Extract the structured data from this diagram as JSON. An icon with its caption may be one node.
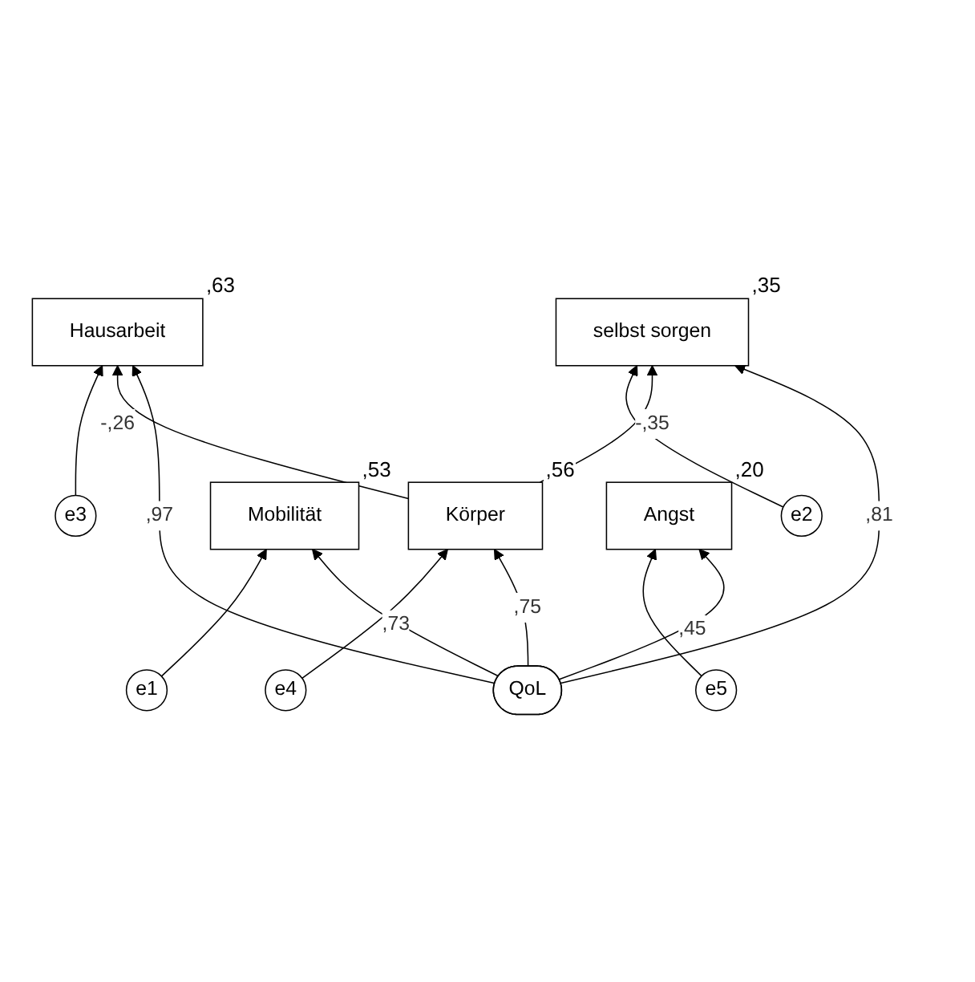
{
  "diagram": {
    "nodes": [
      {
        "text": [
          "e3"
        ]
      },
      {
        "text": [
          "Hausarbeit"
        ],
        "beside": [
          ",63"
        ]
      },
      {
        "text": [
          "e2"
        ]
      },
      {
        "text": [
          "selbst sorgen"
        ],
        "beside": [
          ",35"
        ]
      },
      {
        "text": [
          "e4"
        ]
      },
      {
        "text": [
          "Körper"
        ],
        "beside": [
          ",56"
        ]
      },
      {
        "text": [
          "e1"
        ]
      },
      {
        "text": [
          "Mobilität"
        ],
        "beside": [
          ",53"
        ]
      },
      {
        "text": [
          "e5"
        ]
      },
      {
        "text": [
          "Angst"
        ],
        "beside": [
          ",20"
        ]
      },
      {
        "text": [
          "QoL"
        ]
      }
    ],
    "edges": [
      {
        "from": 0,
        "to": 1,
        "arrow": "to"
      },
      {
        "from": 2,
        "to": 3,
        "arrow": "to"
      },
      {
        "from": 4,
        "to": 5,
        "arrow": "to"
      },
      {
        "from": 6,
        "to": 7,
        "arrow": "to"
      },
      {
        "from": 8,
        "to": 9,
        "arrow": "to"
      },
      {
        "from": 5,
        "to": 1,
        "arrow": "to",
        "label": "-,26"
      },
      {
        "from": 5,
        "to": 3,
        "arrow": "to",
        "label": "-,35"
      },
      {
        "from": 10,
        "to": 3,
        "arrow": "to",
        "label": ",81"
      },
      {
        "from": 10,
        "to": 1,
        "arrow": "to",
        "label": ",97"
      },
      {
        "from": 10,
        "to": 5,
        "arrow": "to",
        "label": ",75"
      },
      {
        "from": 10,
        "to": 7,
        "arrow": "to",
        "label": ",73"
      },
      {
        "from": 10,
        "to": 9,
        "arrow": "to",
        "label": ",45"
      }
    ]
  }
}
